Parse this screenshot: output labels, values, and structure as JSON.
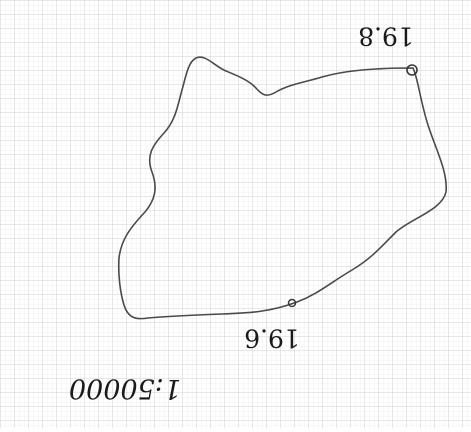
{
  "paper": {
    "type": "graph paper",
    "grid_color": "#c9c9c9",
    "minor_grid_color": "#e2e2e2",
    "ink_color": "#3a3a3a"
  },
  "labels": {
    "point_top": "19.8",
    "point_bottom": "19.6",
    "scale_note": "1:50000"
  },
  "orientation_note": "all handwriting is drawn rotated 180 degrees (upside down)"
}
